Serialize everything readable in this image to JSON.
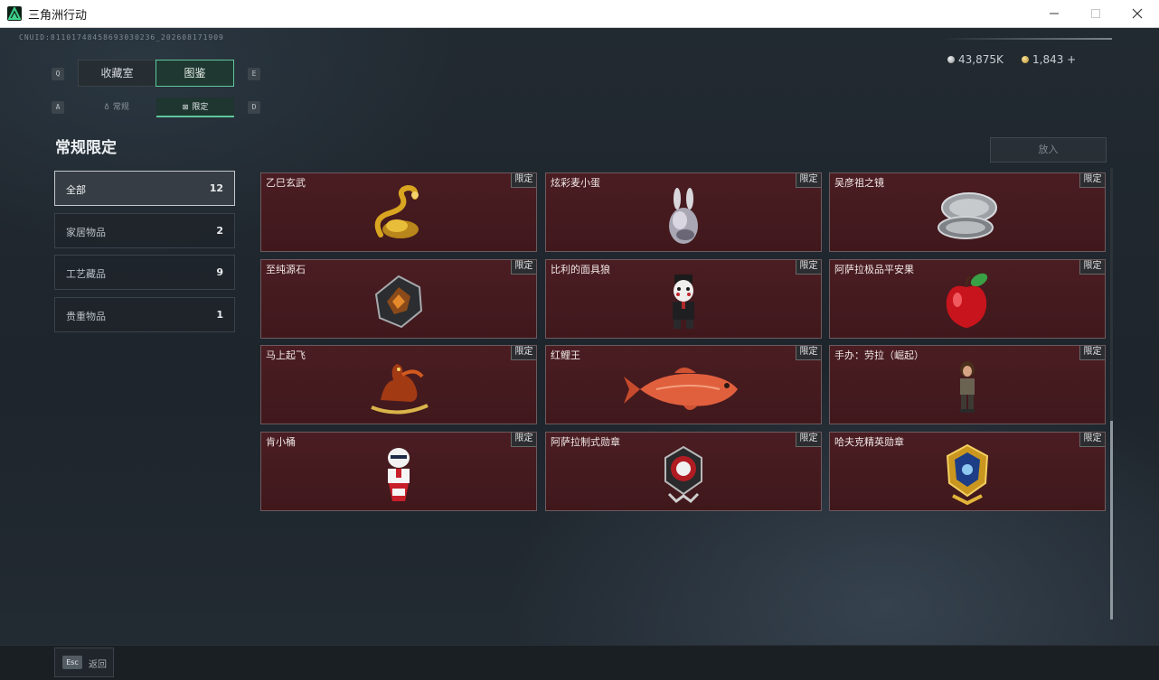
{
  "window": {
    "title": "三角洲行动"
  },
  "header": {
    "uid": "CNUID:81101748458693030236_202608171909",
    "currency": [
      {
        "value": "43,875K",
        "icon": "silver-coin-icon"
      },
      {
        "value": "1,843 +",
        "icon": "gold-coin-icon"
      }
    ]
  },
  "keys": {
    "q": "Q",
    "e": "E",
    "a": "A",
    "d": "D",
    "esc": "Esc"
  },
  "tabs": [
    {
      "label": "收藏室",
      "active": false
    },
    {
      "label": "图鉴",
      "active": true
    }
  ],
  "subtabs": [
    {
      "label": "常规",
      "icon": "hanger-icon",
      "active": false
    },
    {
      "label": "限定",
      "icon": "limited-icon",
      "active": true
    }
  ],
  "page_heading": "常规限定",
  "put_in_button": "放入",
  "categories": [
    {
      "name": "全部",
      "count": "12",
      "active": true
    },
    {
      "name": "家居物品",
      "count": "2",
      "active": false
    },
    {
      "name": "工艺藏品",
      "count": "9",
      "active": false
    },
    {
      "name": "贵重物品",
      "count": "1",
      "active": false
    }
  ],
  "limited_badge": "限定",
  "items": [
    {
      "name": "乙巳玄武",
      "icon": "golden-snake-icon"
    },
    {
      "name": "炫彩麦小蛋",
      "icon": "rabbit-egg-icon"
    },
    {
      "name": "吴彦祖之镜",
      "icon": "compact-mirror-icon"
    },
    {
      "name": "至纯源石",
      "icon": "source-stone-icon"
    },
    {
      "name": "比利的面具狼",
      "icon": "puppet-doll-icon"
    },
    {
      "name": "阿萨拉极品平安果",
      "icon": "apple-icon"
    },
    {
      "name": "马上起飞",
      "icon": "rocking-horse-icon"
    },
    {
      "name": "红鲤王",
      "icon": "carp-fish-icon"
    },
    {
      "name": "手办：劳拉（崛起）",
      "icon": "figure-icon"
    },
    {
      "name": "肯小桶",
      "icon": "colonel-figure-icon"
    },
    {
      "name": "阿萨拉制式勋章",
      "icon": "medal-icon"
    },
    {
      "name": "哈夫克精英勋章",
      "icon": "elite-medal-icon"
    }
  ],
  "bottom": {
    "back_label": "返回"
  }
}
